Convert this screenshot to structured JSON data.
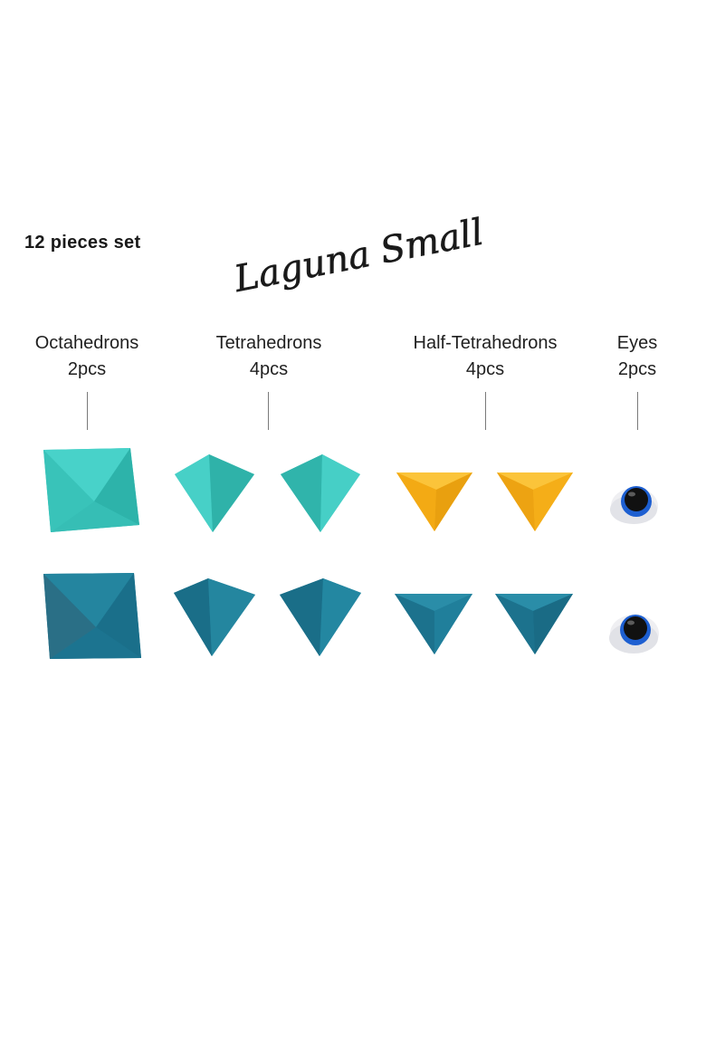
{
  "set_count": "12 pieces set",
  "title": "Laguna Small",
  "categories": [
    {
      "name": "Octahedrons",
      "qty": "2pcs"
    },
    {
      "name": "Tetrahedrons",
      "qty": "4pcs"
    },
    {
      "name": "Half-Tetrahedrons",
      "qty": "4pcs"
    },
    {
      "name": "Eyes",
      "qty": "2pcs"
    }
  ],
  "colors": {
    "turquoise": "#3EC9C0",
    "petrol_blue": "#1F7D99",
    "yellow": "#F5B21F",
    "eye_blue": "#1D5FD1"
  }
}
